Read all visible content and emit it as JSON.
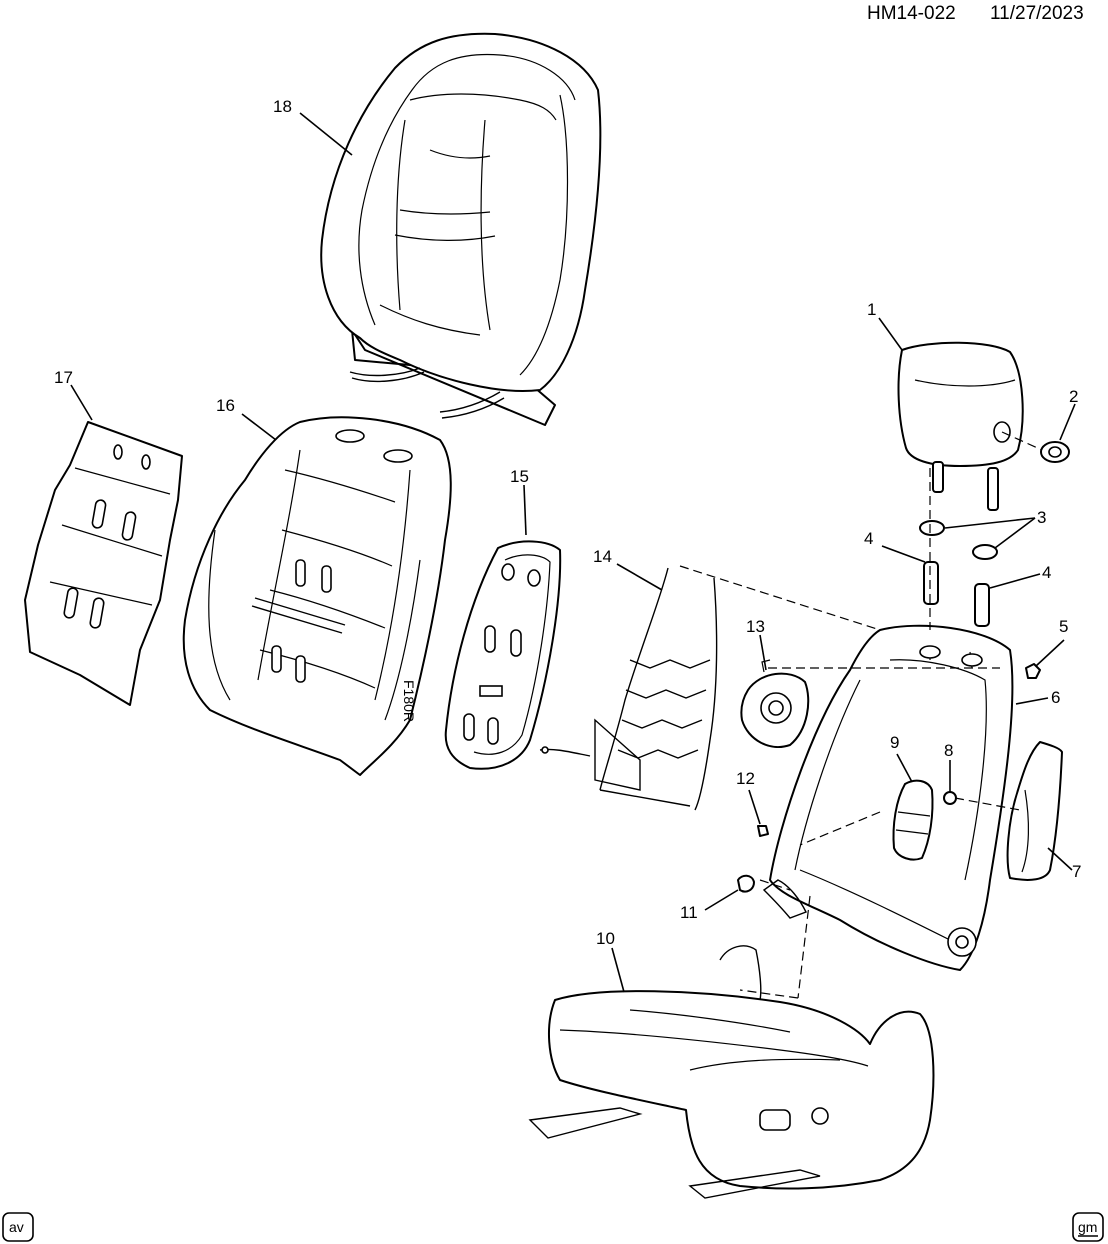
{
  "header": {
    "code": "HM14-022",
    "date": "11/27/2023"
  },
  "callouts": [
    "1",
    "2",
    "3",
    "4",
    "4",
    "5",
    "6",
    "7",
    "8",
    "9",
    "10",
    "11",
    "12",
    "13",
    "14",
    "15",
    "16",
    "17",
    "18"
  ],
  "footer": {
    "left_logo": "av",
    "right_logo": "gm"
  },
  "part_markings": {
    "pad_stamp": "F180R"
  }
}
